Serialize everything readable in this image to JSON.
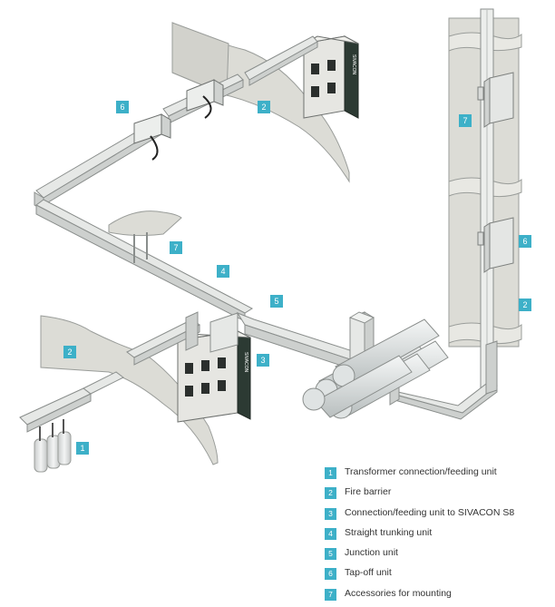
{
  "legend": [
    {
      "num": "1",
      "label": "Transformer connection/feeding unit"
    },
    {
      "num": "2",
      "label": "Fire barrier"
    },
    {
      "num": "3",
      "label": "Connection/feeding unit to SIVACON S8"
    },
    {
      "num": "4",
      "label": "Straight trunking unit"
    },
    {
      "num": "5",
      "label": "Junction unit"
    },
    {
      "num": "6",
      "label": "Tap-off unit"
    },
    {
      "num": "7",
      "label": "Accessories for mounting"
    }
  ],
  "callouts": {
    "transformer": "1",
    "fire_barrier_top": "2",
    "fire_barrier_left": "2",
    "fire_barrier_riser": "2",
    "sivacon_connection": "3",
    "straight_unit": "4",
    "junction_unit": "5",
    "tapoff_top": "6",
    "tapoff_riser": "6",
    "accessories_hanger": "7",
    "accessories_riser": "7"
  },
  "cabinet_brand": "SIVACON",
  "colors": {
    "accent": "#3db0c8",
    "wall": "#dcdcd6",
    "trunking": "#e6e8e6",
    "outline": "#8a8e8c"
  }
}
